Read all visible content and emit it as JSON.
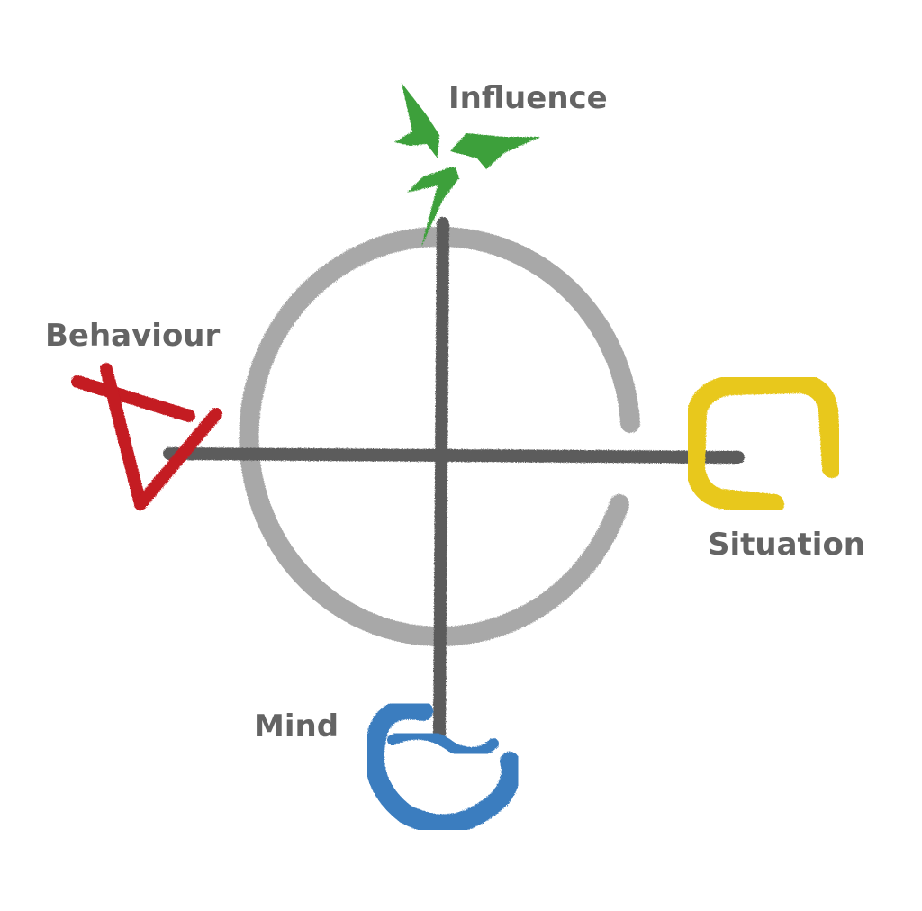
{
  "diagram": {
    "labels": {
      "influence": "Influence",
      "behaviour": "Behaviour",
      "situation": "Situation",
      "mind": "Mind"
    },
    "colors": {
      "influence": "#3ea03a",
      "behaviour": "#c41a24",
      "situation": "#e8c81c",
      "mind": "#3b7dbf",
      "axis": "#5c5c5c",
      "circle": "#a8a8a8",
      "label_text": "#646464"
    },
    "symbols": {
      "influence": "three-arrows-icon",
      "behaviour": "triangle-icon",
      "situation": "square-hook-icon",
      "mind": "crescent-icon"
    }
  }
}
